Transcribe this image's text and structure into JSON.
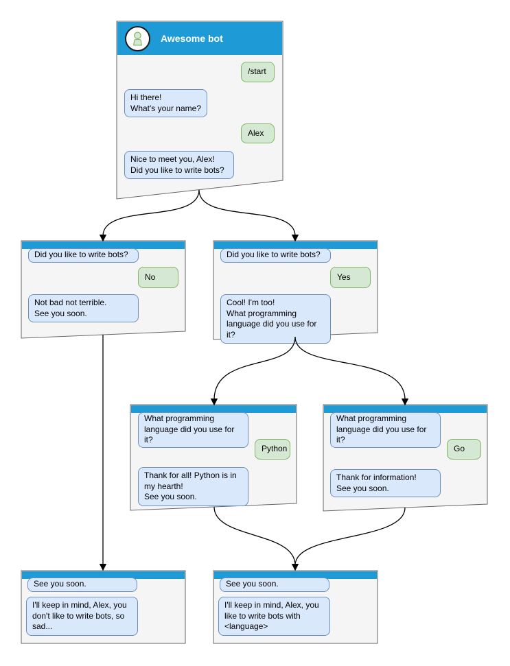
{
  "colors": {
    "header_blue": "#1E9BD7",
    "window_bg": "#F5F5F5",
    "window_border": "#666666",
    "bot_bubble_bg": "#DAE8FC",
    "bot_bubble_border": "#6C8EBF",
    "user_bubble_bg": "#D5E8D4",
    "user_bubble_border": "#82B366",
    "arrow": "#000000",
    "title_text": "#FFFFFF",
    "avatar_fill": "#D5E8D4",
    "avatar_stroke": "#82B366"
  },
  "icons": {
    "avatar": "person-icon"
  },
  "windows": {
    "start": {
      "title": "Awesome bot",
      "command": "/start",
      "greeting": "Hi there!\nWhat's your name?",
      "user_name": "Alex",
      "question": "Nice to meet you, Alex!\nDid you like to write bots?"
    },
    "branch_no": {
      "question": "Did you like to write bots?",
      "answer": "No",
      "reply": "Not bad not terrible.\nSee you soon."
    },
    "branch_yes": {
      "question": "Did you like to write bots?",
      "answer": "Yes",
      "reply": "Cool! I'm too!\nWhat programming\nlanguage did you use for it?"
    },
    "branch_python": {
      "question": "What programming\nlanguage did you use for it?",
      "answer": "Python",
      "reply": "Thank for all! Python is in\nmy hearth!\nSee you soon."
    },
    "branch_go": {
      "question": "What programming\nlanguage did you use for it?",
      "answer": "Go",
      "reply": "Thank for information!\nSee you soon."
    },
    "end_no": {
      "message1": "See you soon.",
      "message2": "I'll keep in mind, Alex, you\ndon't like to write bots, so\nsad..."
    },
    "end_yes": {
      "message1": "See you soon.",
      "message2": "I'll keep in mind, Alex, you\nlike to write bots with\n<language>"
    }
  }
}
